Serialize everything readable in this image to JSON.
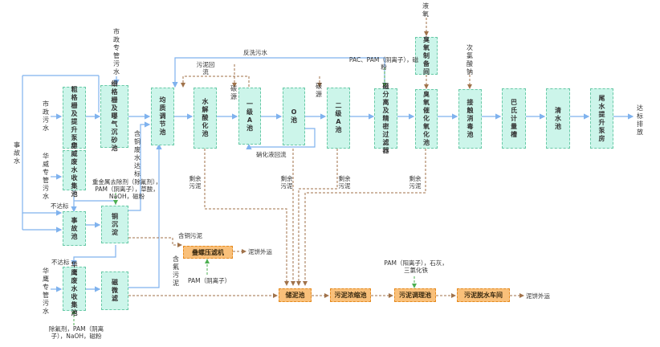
{
  "units": {
    "coarse_screen": "粗格栅及提升泵房",
    "fine_screen": "细格栅及曝气沉砂池",
    "equalization": "均质调节池",
    "hydrolysis": "水解酸化池",
    "primary_a": "一级A池",
    "o_tank": "O池",
    "secondary_a": "二级A池",
    "mag_sep": "磁分离及精密过滤器",
    "ozone_gen": "臭氧制备间",
    "ozone_oxid": "臭氧催化氧化池",
    "contact_disinf": "接触消毒池",
    "parshall": "巴氏计量槽",
    "clear_water": "清水池",
    "tail_pump": "尾水提升泵房",
    "huawei_collect": "华威废水收集池",
    "accident": "事故池",
    "cu_precip": "铜沉淀",
    "huaying_collect": "华鹰废水收集池",
    "mag_micro": "磁微滤",
    "screw_press": "叠螺压滤机",
    "sludge_storage": "储泥池",
    "sludge_thicken": "污泥浓缩池",
    "sludge_condition": "污泥调理池",
    "dewater": "污泥脱水车间"
  },
  "labels": {
    "municipal_pipe": "市政专管污水",
    "municipal": "市政污水",
    "accident_water": "事故水",
    "huawei_pipe": "华威专管污水",
    "huaying_pipe": "华鹰专管污水",
    "discharge": "达标排放",
    "backwash": "反洗污水",
    "sludge_return": "污泥回流",
    "carbon_source_1": "碳源",
    "carbon_source_2": "碳源",
    "nitrate_return": "硝化液回流",
    "pac_pam": "PAC、PAM（阴离子），磁粉",
    "liquid_oxygen": "液氧",
    "hypochlorite": "次氯酸钠",
    "cu_wastewater": "含铜废水达标",
    "surplus_1": "剩余污泥",
    "surplus_2": "剩余污泥",
    "surplus_3": "剩余污泥",
    "surplus_4": "剩余污泥",
    "heavy_metal_reagent": "重金属去除剂（除氟剂），PAM（阴离子），草酸，NaOH，磁粉",
    "not_compliant_1": "不达标",
    "not_compliant_2": "不达标",
    "cu_sludge": "含铜污泥",
    "fluorine_sludge": "含氟污泥",
    "pam_anion": "PAM（阴离子）",
    "cake_out_1": "泥饼外运",
    "cake_out_2": "泥饼外运",
    "pam_cation": "PAM（阳离子），石灰，三氯化铁",
    "defluorine_reagent": "除氟剂，PAM（阴离子），NaOH，磁粉"
  },
  "colors": {
    "water_line": "#7fb2ee",
    "sludge_line": "#a0724a",
    "reagent_line": "#4caf50",
    "unit_fill": "#ccf5ea",
    "sludge_unit_fill": "#f9c07a"
  }
}
